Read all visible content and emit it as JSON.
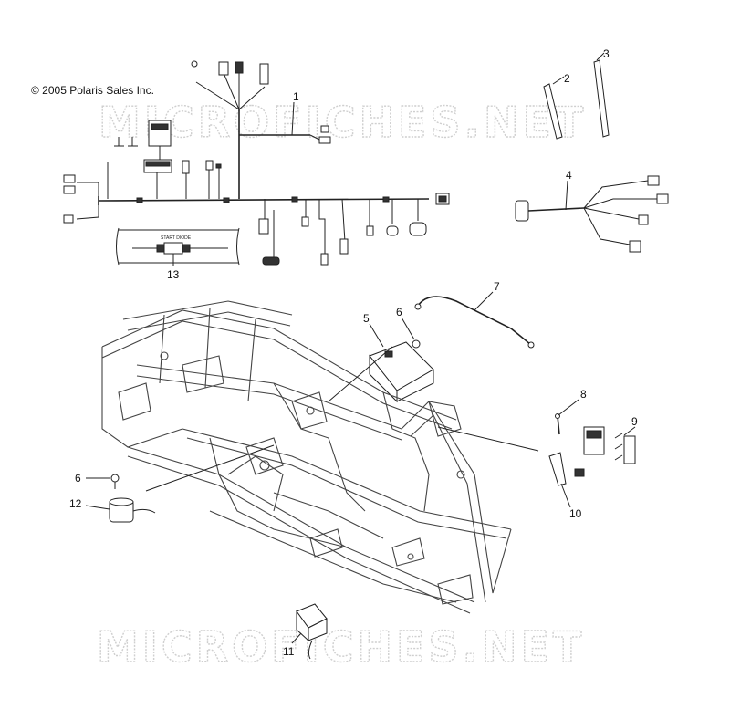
{
  "copyright": "© 2005 Polaris Sales Inc.",
  "watermark": "MICROFICHES.NET",
  "harness_label": "START DIODE",
  "callouts": {
    "c1": "1",
    "c2": "2",
    "c3": "3",
    "c4": "4",
    "c5": "5",
    "c6a": "6",
    "c6b": "6",
    "c7": "7",
    "c8": "8",
    "c9": "9",
    "c10": "10",
    "c11": "11",
    "c12": "12",
    "c13": "13"
  }
}
